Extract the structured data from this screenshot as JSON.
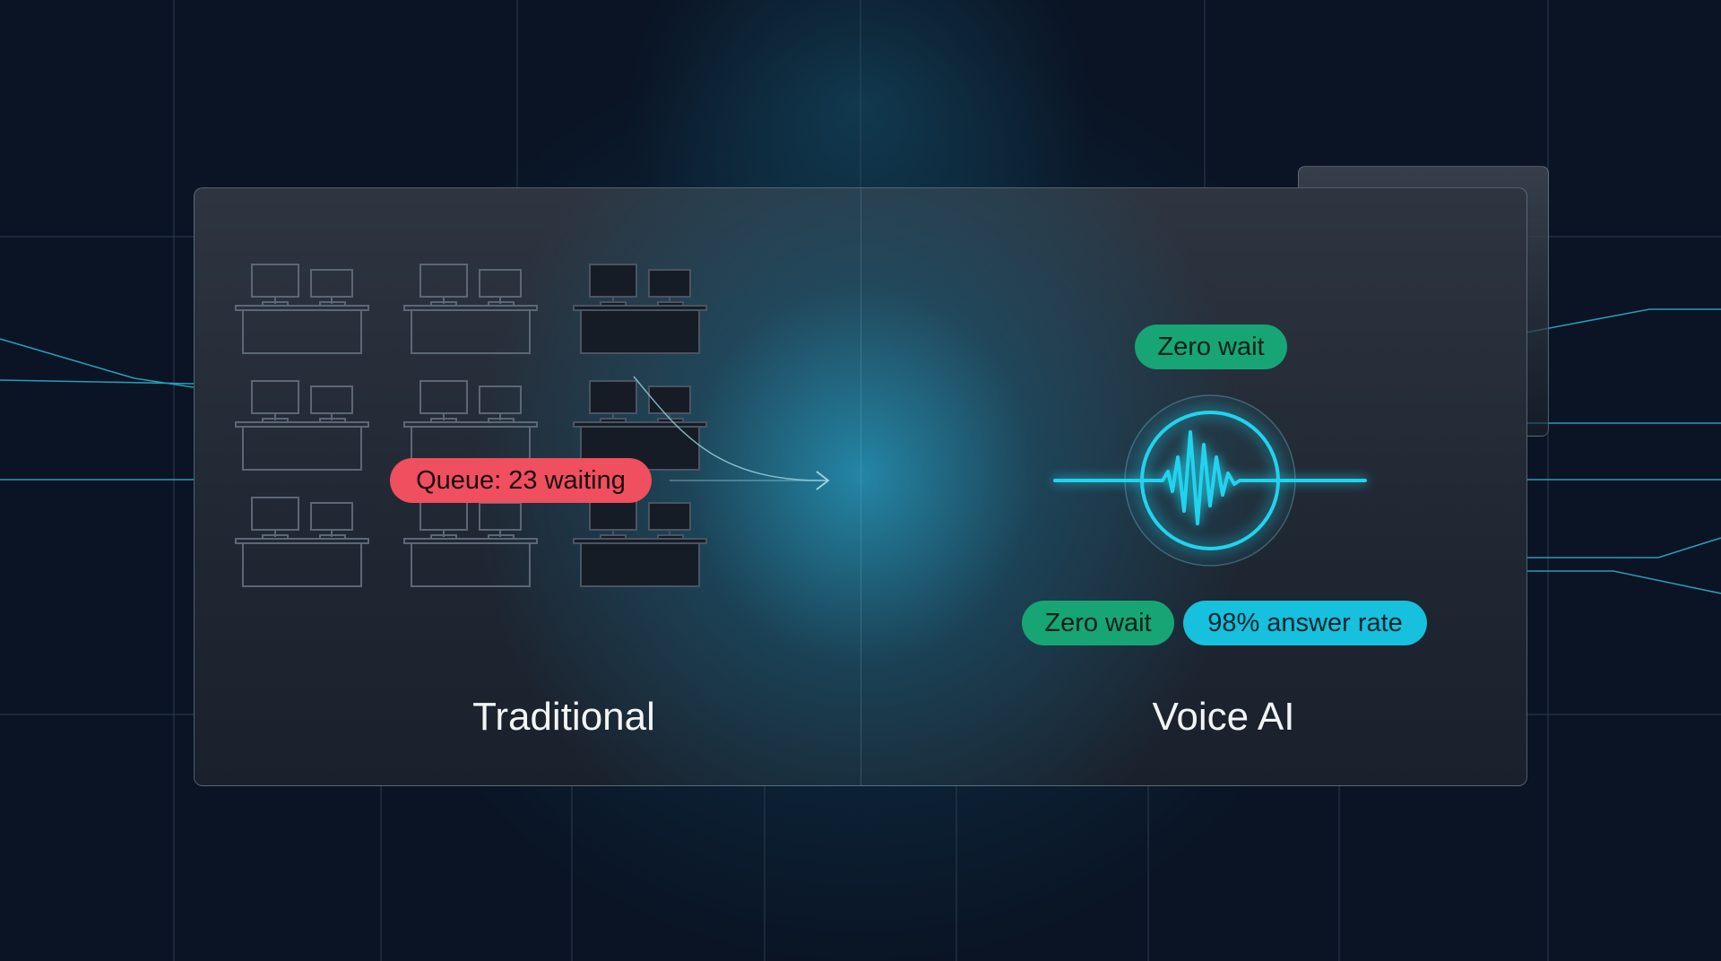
{
  "comparison": {
    "left": {
      "label": "Traditional",
      "queue_badge": "Queue: 23 waiting",
      "workstations": {
        "rows": 3,
        "columns": 3,
        "icon": "desk-with-monitors-icon"
      }
    },
    "right": {
      "label": "Voice AI",
      "top_badge": "Zero wait",
      "badges": [
        "Zero wait",
        "98% answer rate"
      ],
      "icon": "voice-waveform-icon"
    },
    "connector_icon": "arrow-right-icon"
  },
  "colors": {
    "background": "#0a1424",
    "accent_cyan": "#22d3ee",
    "queue_red": "#ef4f5e",
    "success_green": "#17a575",
    "rate_cyan": "#17c0dc",
    "desk_outline": "#5c6776",
    "desk_fill_dark": "#161c26"
  }
}
